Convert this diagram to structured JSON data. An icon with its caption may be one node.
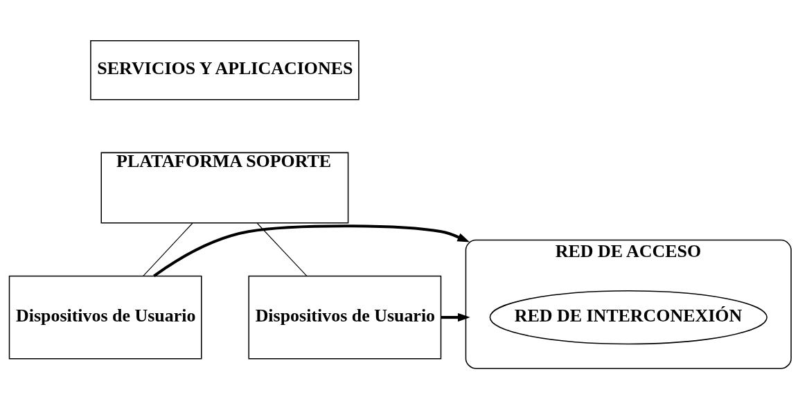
{
  "diagram": {
    "nodes": [
      {
        "text": [
          "SERVICIOS Y APLICACIONES"
        ]
      },
      {
        "text": [
          "PLATAFORMA SOPORTE"
        ]
      },
      {
        "text": [
          "RED DE ACCESO"
        ]
      },
      {
        "text": [
          "RED DE INTERCONEXIÓN"
        ],
        "in": 2
      },
      {
        "text": [
          "Dispositivos de Usuario"
        ]
      },
      {
        "text": [
          "Dispositivos de Usuario"
        ]
      }
    ],
    "edges": [
      {
        "from": 1,
        "to": 4,
        "arrow": "none"
      },
      {
        "from": 1,
        "to": 5,
        "arrow": "none"
      },
      {
        "from": 4,
        "to": 2,
        "arrow": "to",
        "style": "thick"
      },
      {
        "from": 5,
        "to": 2,
        "arrow": "to",
        "style": "thick"
      }
    ]
  }
}
